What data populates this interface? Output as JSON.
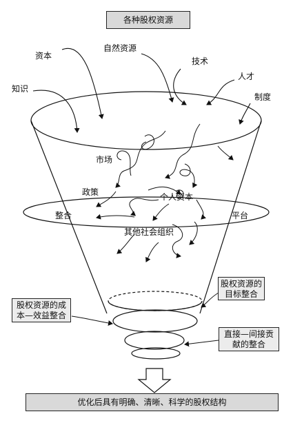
{
  "header": {
    "title": "各种股权资源"
  },
  "inputs": {
    "capital": "资本",
    "natural": "自然资源",
    "technology": "技术",
    "talent": "人才",
    "knowledge": "知识",
    "institution": "制度"
  },
  "funnel_labels": {
    "market": "市场",
    "policy": "政策",
    "personal_capital": "个人资本",
    "other_org": "其他社会组织",
    "integration": "整合",
    "platform": "平台"
  },
  "side_boxes": {
    "target_integration": "股权资源的目标整合",
    "cost_benefit": "股权资源的成本—效益整合",
    "direct_indirect": "直接—间接贡献的整合"
  },
  "footer": {
    "result": "优化后具有明确、清晰、科学的股权结构"
  },
  "colors": {
    "stroke": "#111111",
    "box_fill": "#d9d9d9",
    "background": "#ffffff"
  }
}
